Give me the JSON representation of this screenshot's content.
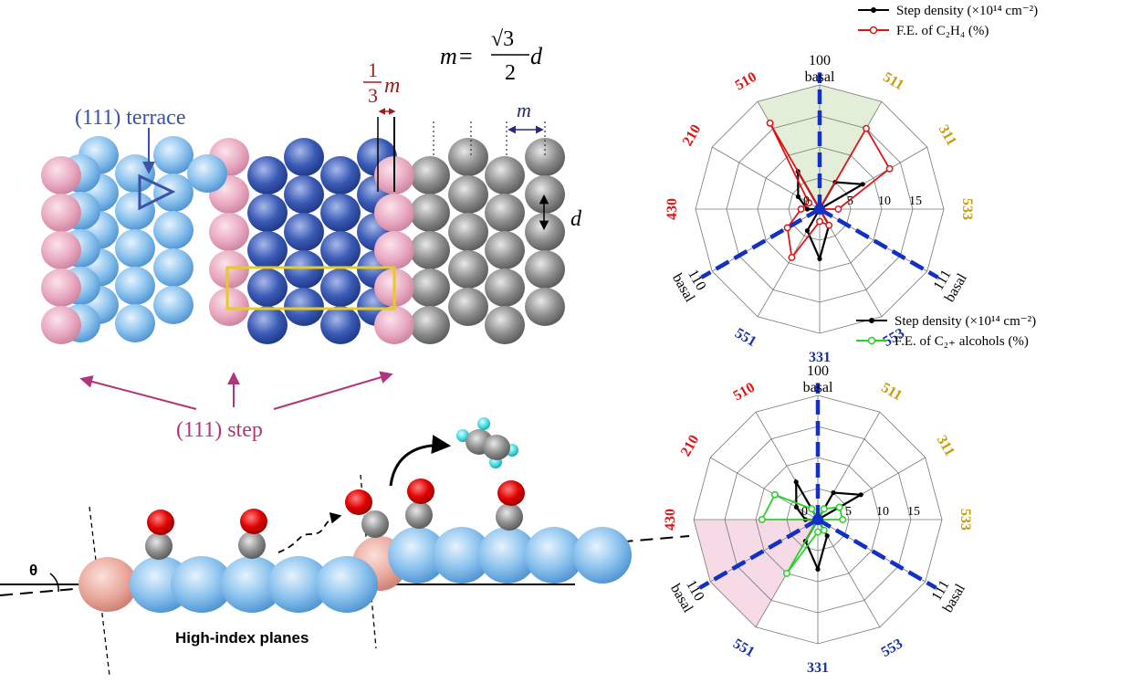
{
  "colors": {
    "pink_atom": "#e8a8bf",
    "light_blue_atom": "#7fb8ea",
    "dark_blue_atom": "#3457b0",
    "gray_atom": "#8c8c8c",
    "terrace_blue": "#3a52a8",
    "step_magenta": "#b0357a",
    "m_red": "#a01c1c",
    "yellow_box": "#e6cc1e",
    "red_label": "#e01414",
    "blue_label": "#1830a8",
    "gold_label": "#c89b10",
    "c2h4_red": "#e01414",
    "alcohol_green": "#28d028",
    "basal_blue": "#1030c8",
    "green_fill": "#e2eed8",
    "pink_fill": "#f6dbe6"
  },
  "labels": {
    "terrace": "(111) terrace",
    "step": "(111) step",
    "formula_m": "m",
    "formula_eq": "=",
    "formula_num": "√3",
    "formula_den": "2",
    "formula_d": "d",
    "third_num": "1",
    "third_den": "3",
    "third_m": "m",
    "m_label": "m",
    "d_label": "d",
    "theta": "θ",
    "high_index": "High-index planes"
  },
  "chart_data": [
    {
      "type": "radar",
      "legend": [
        {
          "name": "Step density (×10¹⁴ cm⁻²)",
          "color": "#000000"
        },
        {
          "name": "F.E. of C₂H₄ (%)",
          "color": "#e01414"
        }
      ],
      "radial_ticks": [
        "0",
        "5",
        "10",
        "15"
      ],
      "axes": [
        {
          "label": "100",
          "sublabel": "basal",
          "color": "#000000"
        },
        {
          "label": "511",
          "sublabel": "",
          "color": "#c89b10"
        },
        {
          "label": "311",
          "sublabel": "",
          "color": "#c89b10"
        },
        {
          "label": "533",
          "sublabel": "",
          "color": "#c89b10"
        },
        {
          "label": "111",
          "sublabel": "basal",
          "color": "#000000"
        },
        {
          "label": "553",
          "sublabel": "",
          "color": "#1830a8"
        },
        {
          "label": "331",
          "sublabel": "",
          "color": "#1830a8"
        },
        {
          "label": "551",
          "sublabel": "",
          "color": "#1830a8"
        },
        {
          "label": "110",
          "sublabel": "basal",
          "color": "#000000"
        },
        {
          "label": "430",
          "sublabel": "",
          "color": "#e01414"
        },
        {
          "label": "210",
          "sublabel": "",
          "color": "#e01414"
        },
        {
          "label": "510",
          "sublabel": "",
          "color": "#e01414"
        }
      ],
      "series": [
        {
          "name": "Step density",
          "values": [
            0,
            5,
            8,
            0,
            0,
            3,
            8,
            4,
            0,
            2,
            4,
            7
          ]
        },
        {
          "name": "F.E. of C2H4",
          "values": [
            0,
            15,
            13,
            3,
            0,
            3,
            2,
            9,
            6,
            3,
            2,
            16
          ]
        }
      ]
    },
    {
      "type": "radar",
      "legend": [
        {
          "name": "Step density (×10¹⁴ cm⁻²)",
          "color": "#000000"
        },
        {
          "name": "F.E. of C₂₊ alcohols (%)",
          "color": "#28d028"
        }
      ],
      "radial_ticks": [
        "0",
        "5",
        "10",
        "15"
      ],
      "axes": [
        {
          "label": "100",
          "sublabel": "basal",
          "color": "#000000"
        },
        {
          "label": "511",
          "sublabel": "",
          "color": "#c89b10"
        },
        {
          "label": "311",
          "sublabel": "",
          "color": "#c89b10"
        },
        {
          "label": "533",
          "sublabel": "",
          "color": "#c89b10"
        },
        {
          "label": "111",
          "sublabel": "basal",
          "color": "#000000"
        },
        {
          "label": "553",
          "sublabel": "",
          "color": "#1830a8"
        },
        {
          "label": "331",
          "sublabel": "",
          "color": "#1830a8"
        },
        {
          "label": "551",
          "sublabel": "",
          "color": "#1830a8"
        },
        {
          "label": "110",
          "sublabel": "basal",
          "color": "#000000"
        },
        {
          "label": "430",
          "sublabel": "",
          "color": "#e01414"
        },
        {
          "label": "210",
          "sublabel": "",
          "color": "#e01414"
        },
        {
          "label": "510",
          "sublabel": "",
          "color": "#e01414"
        }
      ],
      "series": [
        {
          "name": "Step density",
          "values": [
            0,
            5,
            8,
            0,
            0,
            3,
            8,
            4,
            0,
            2,
            4,
            7
          ]
        },
        {
          "name": "F.E. of C2+ alcohols",
          "values": [
            0,
            2,
            4,
            4,
            0,
            2,
            2,
            10,
            0,
            9,
            8,
            2
          ]
        }
      ]
    }
  ]
}
